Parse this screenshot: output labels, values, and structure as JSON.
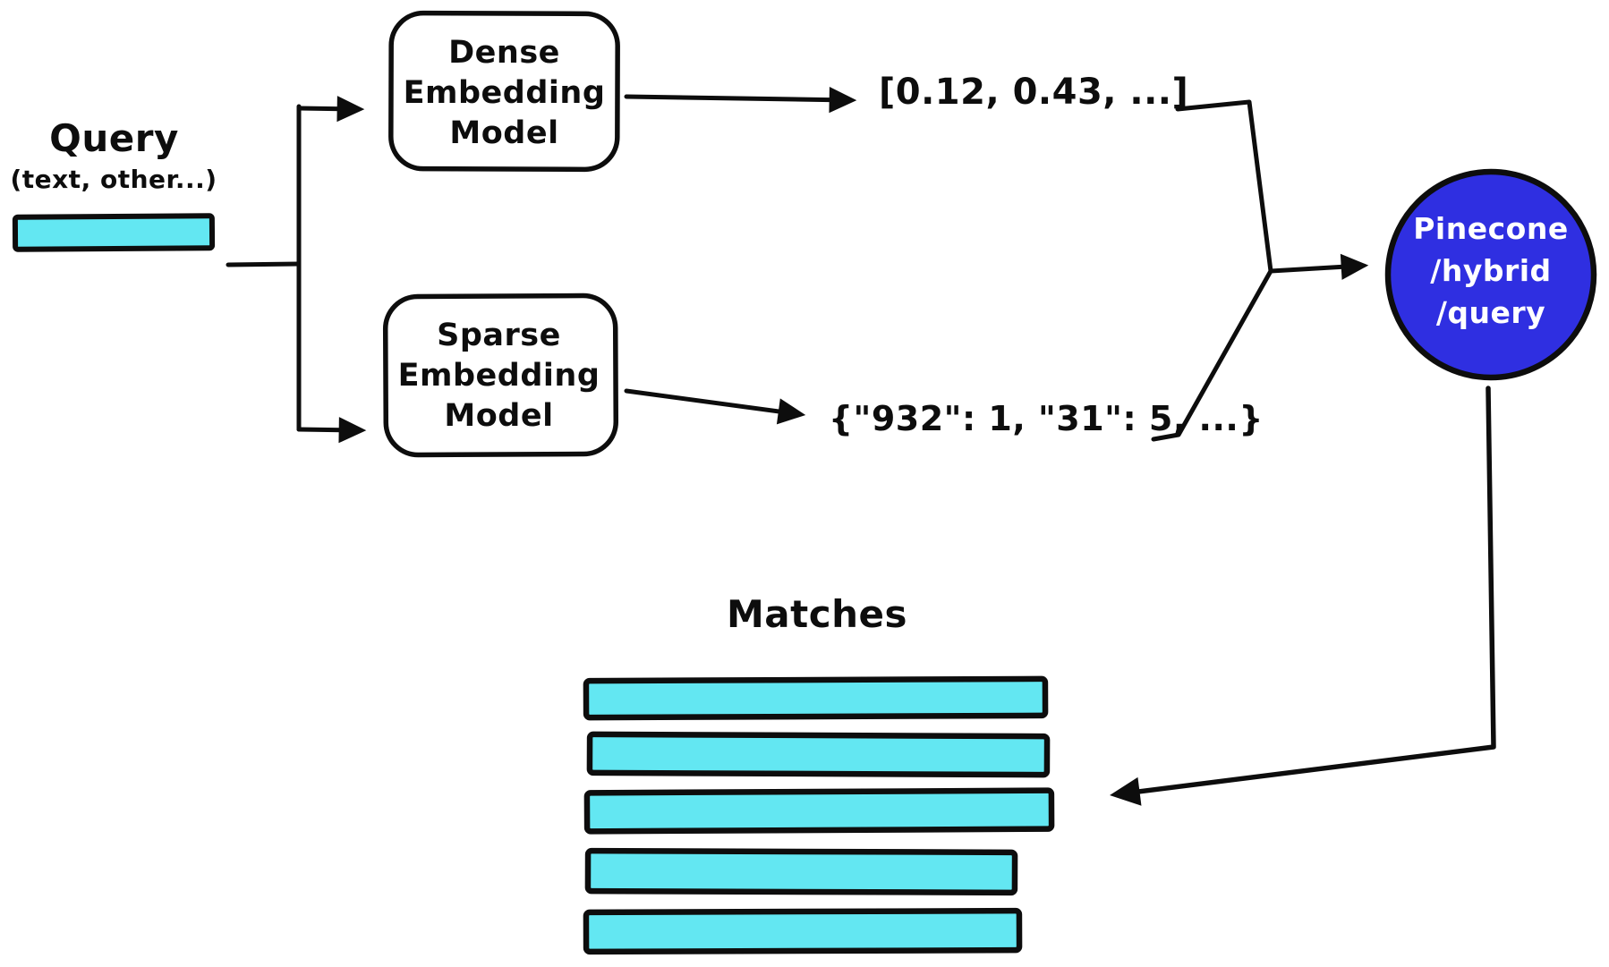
{
  "colors": {
    "cyan": "#63e7f2",
    "blue": "#2f2fe1",
    "ink": "#0d0d0d"
  },
  "query": {
    "title": "Query",
    "subtitle": "(text, other...)"
  },
  "dense_box": {
    "line1": "Dense",
    "line2": "Embedding",
    "line3": "Model"
  },
  "sparse_box": {
    "line1": "Sparse",
    "line2": "Embedding",
    "line3": "Model"
  },
  "outputs": {
    "dense_vector": "[0.12, 0.43, ...]",
    "sparse_vector": "{\"932\": 1, \"31\": 5, ...}"
  },
  "endpoint": {
    "line1": "Pinecone",
    "line2": "/hybrid",
    "line3": "/query"
  },
  "matches": {
    "title": "Matches",
    "count": 5
  }
}
